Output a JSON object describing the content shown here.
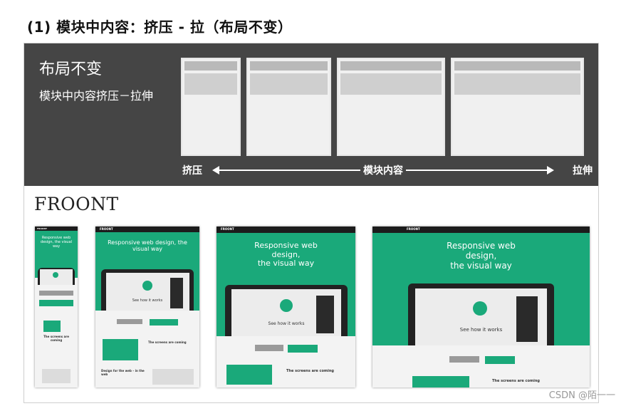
{
  "heading": "(1) 模块中内容：挤压 - 拉（布局不变）",
  "dark_panel": {
    "title": "布局不变",
    "subtitle": "模块中内容挤压－拉伸",
    "arrow_left": "挤压",
    "arrow_mid": "模块内容",
    "arrow_right": "拉伸",
    "bg_color": "#454545"
  },
  "brand": "FROONT",
  "mockups": {
    "logo": "FROONT",
    "headline_short": "Responsive web design, the visual way",
    "headline_l1": "Responsive web",
    "headline_l2": "design,",
    "headline_l3": "the visual way",
    "see_how": "See how it works",
    "screens_coming": "The screens are coming",
    "design_web": "Design for the web – in the web",
    "accent_color": "#1aa97a"
  },
  "watermark": "CSDN @陌一一"
}
